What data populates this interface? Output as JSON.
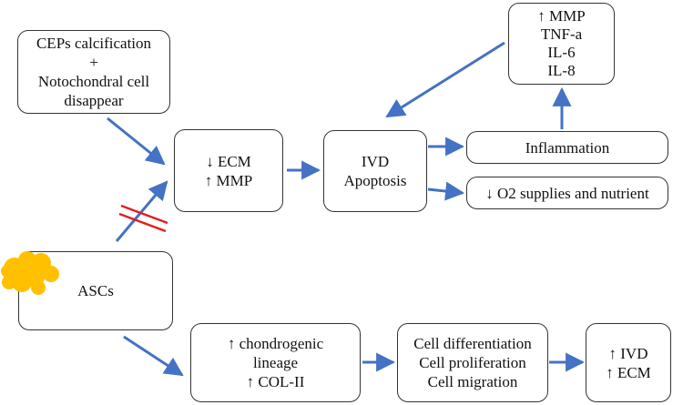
{
  "nodes": {
    "ceps": {
      "lines": [
        "CEPs calcification",
        "+",
        "Notochondral cell",
        "disappear"
      ]
    },
    "ecm_mmp": {
      "lines": [
        "↓ ECM",
        "↑ MMP"
      ]
    },
    "ivd_apoptosis": {
      "lines": [
        "IVD",
        "Apoptosis"
      ]
    },
    "inflammation": {
      "lines": [
        "Inflammation"
      ]
    },
    "o2": {
      "lines": [
        "↓ O2 supplies and nutrient"
      ]
    },
    "cytokines": {
      "lines": [
        "↑ MMP",
        "TNF-a",
        "IL-6",
        "IL-8"
      ]
    },
    "ascs": {
      "lines": [
        "ASCs"
      ]
    },
    "chondrogenic": {
      "lines": [
        "↑ chondrogenic",
        "lineage",
        "↑ COL-II"
      ]
    },
    "cell_processes": {
      "lines": [
        "Cell differentiation",
        "Cell proliferation",
        "Cell migration"
      ]
    },
    "ivd_ecm": {
      "lines": [
        "↑ IVD",
        "↑ ECM"
      ]
    }
  },
  "colors": {
    "arrow": "#4472C4",
    "block_mark": "#E02020",
    "cell_blob": "#FFC000"
  },
  "icons": {
    "blocked": "double-strike-mark",
    "cells": "yellow-cell-cluster"
  }
}
